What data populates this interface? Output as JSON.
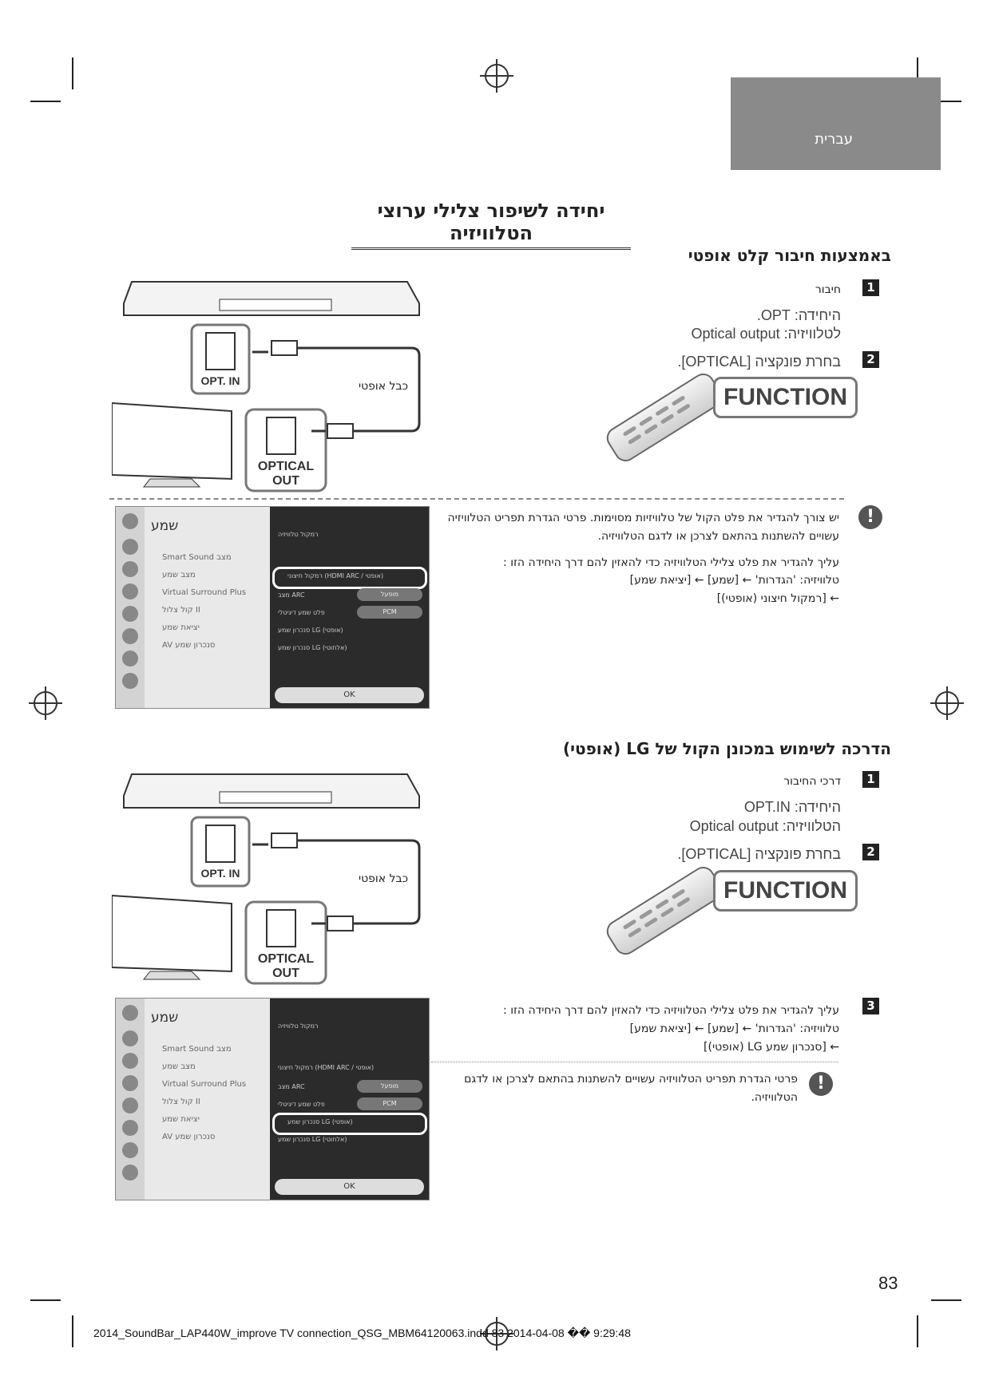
{
  "header_tab": "עברית",
  "main_title": "יחידה לשיפור צלילי ערוצי הטלוויזיה",
  "section1": {
    "title": "באמצעות חיבור קלט אופטי",
    "step1_label": "חיבור",
    "device_line": "היחידה: OPT.",
    "tv_line": "לטלוויזיה: Optical output",
    "step2_label": "בחרת פונקציה [OPTICAL].",
    "function_label": "FUNCTION",
    "cable_label": "כבל אופטי",
    "port_top": "OPT. IN",
    "port_bottom_1": "OPTICAL",
    "port_bottom_2": "OUT",
    "notice1": "יש צורך להגדיר את פלט הקול של טלוויזיות מסוימות. פרטי הגדרת תפריט הטלוויזיה",
    "notice2": "עשויים להשתנות בהתאם לצרכן או לדגם הטלוויזיה.",
    "notice3": "עליך להגדיר את פלט צלילי הטלוויזיה כדי להאזין להם דרך היחידה הזו :",
    "path1": "טלוויזיה: 'הגדרות' ← [שמע] ← [יציאת שמע]",
    "path2": "← [רמקול חיצוני (אופטי)]"
  },
  "section2": {
    "title": "הדרכה לשימוש במכונן הקול של LG (אופטי)",
    "step1_label": "דרכי החיבור",
    "device_line": "היחידה: OPT.IN",
    "tv_line": "הטלוויזיה: Optical output",
    "step2_label": "בחרת פונקציה [OPTICAL].",
    "function_label": "FUNCTION",
    "cable_label": "כבל אופטי",
    "port_top": "OPT. IN",
    "port_bottom_1": "OPTICAL",
    "port_bottom_2": "OUT",
    "step3_1": "עליך להגדיר את פלט צלילי הטלוויזיה כדי להאזין להם דרך היחידה הזו :",
    "step3_2": "טלוויזיה: 'הגדרות' ← [שמע] ← [יציאת שמע]",
    "step3_3": "← [סנכרון שמע LG (אופטי)]",
    "notice1": "פרטי הגדרת תפריט הטלוויזיה עשויים להשתנות בהתאם לצרכן או לדגם",
    "notice2": "הטלוויזיה."
  },
  "menu": {
    "head": "שמע",
    "items": [
      "Smart Sound מצב",
      "מצב שמע",
      "Virtual Surround Plus",
      "קול צלול II",
      "יציאת שמע",
      "AV סנכרון שמע"
    ],
    "options": [
      "רמקול טלוויזיה",
      "רמקול חיצוני (HDMI ARC / אופטי)",
      "מצב ARC",
      "פלט שמע דיגיטלי",
      "סנכרון שמע LG (אופטי)",
      "סנכרון שמע LG (אלחוטי)"
    ],
    "pill1": "מופעל",
    "pill2": "PCM",
    "ok": "OK"
  },
  "page_number": "83",
  "footer": "2014_SoundBar_LAP440W_improve TV connection_QSG_MBM64120063.indd   83   2014-04-08   �� 9:29:48"
}
